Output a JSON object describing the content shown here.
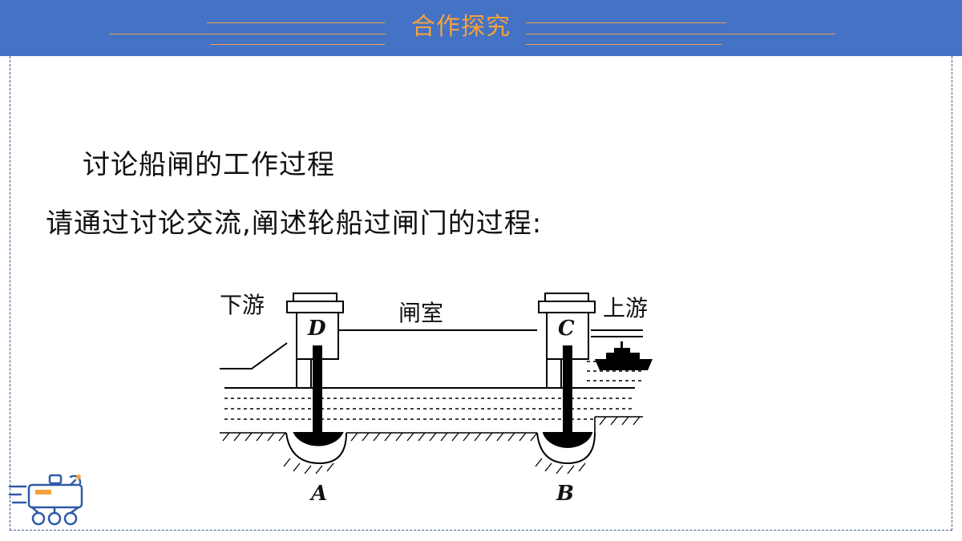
{
  "header": {
    "title": "合作探究",
    "background_color": "#4472c4",
    "title_color": "#f4a23c"
  },
  "content": {
    "heading": "讨论船闸的工作过程",
    "question": "请通过讨论交流,阐述轮船过闸门的过程:"
  },
  "diagram": {
    "labels": {
      "downstream": "下游",
      "chamber": "闸室",
      "upstream": "上游",
      "gate_d": "D",
      "gate_c": "C",
      "valve_a": "A",
      "valve_b": "B"
    }
  },
  "icons": {
    "mascot": "rover-robot-icon",
    "ship": "ship-icon"
  }
}
